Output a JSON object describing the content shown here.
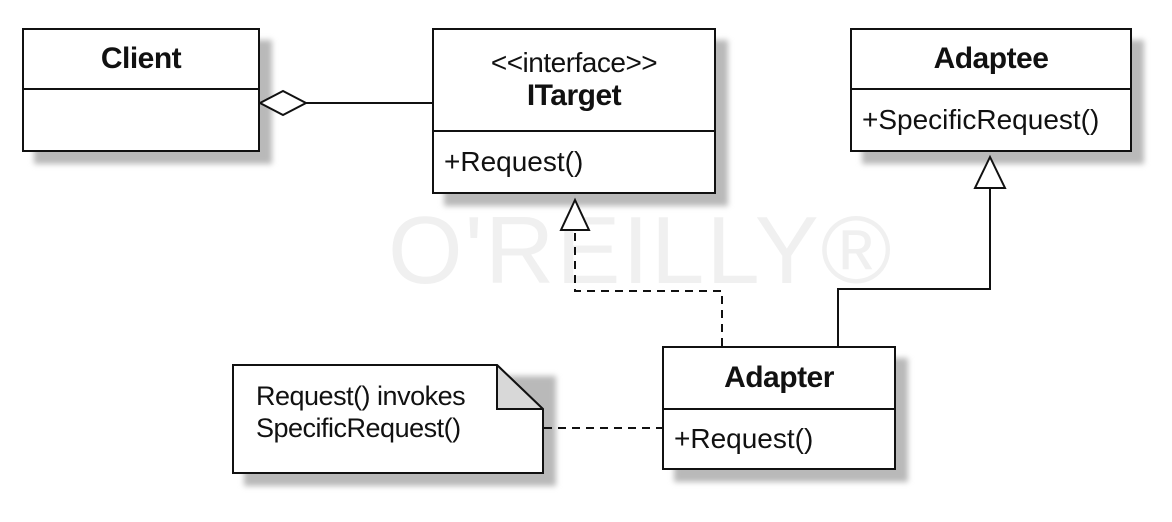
{
  "watermark": "O'REILLY®",
  "classes": {
    "client": {
      "name": "Client",
      "operations": ""
    },
    "itarget": {
      "stereotype": "<<interface>>",
      "name": "ITarget",
      "operations": "+Request()"
    },
    "adaptee": {
      "name": "Adaptee",
      "operations": "+SpecificRequest()"
    },
    "adapter": {
      "name": "Adapter",
      "operations": "+Request()"
    }
  },
  "note": {
    "lines": [
      "Request() invokes",
      "SpecificRequest()"
    ]
  },
  "relationships": [
    {
      "type": "aggregation",
      "from": "Client",
      "to": "ITarget"
    },
    {
      "type": "realization",
      "from": "Adapter",
      "to": "ITarget"
    },
    {
      "type": "generalization",
      "from": "Adapter",
      "to": "Adaptee"
    },
    {
      "type": "note-link",
      "from": "note",
      "to": "Adapter"
    }
  ]
}
